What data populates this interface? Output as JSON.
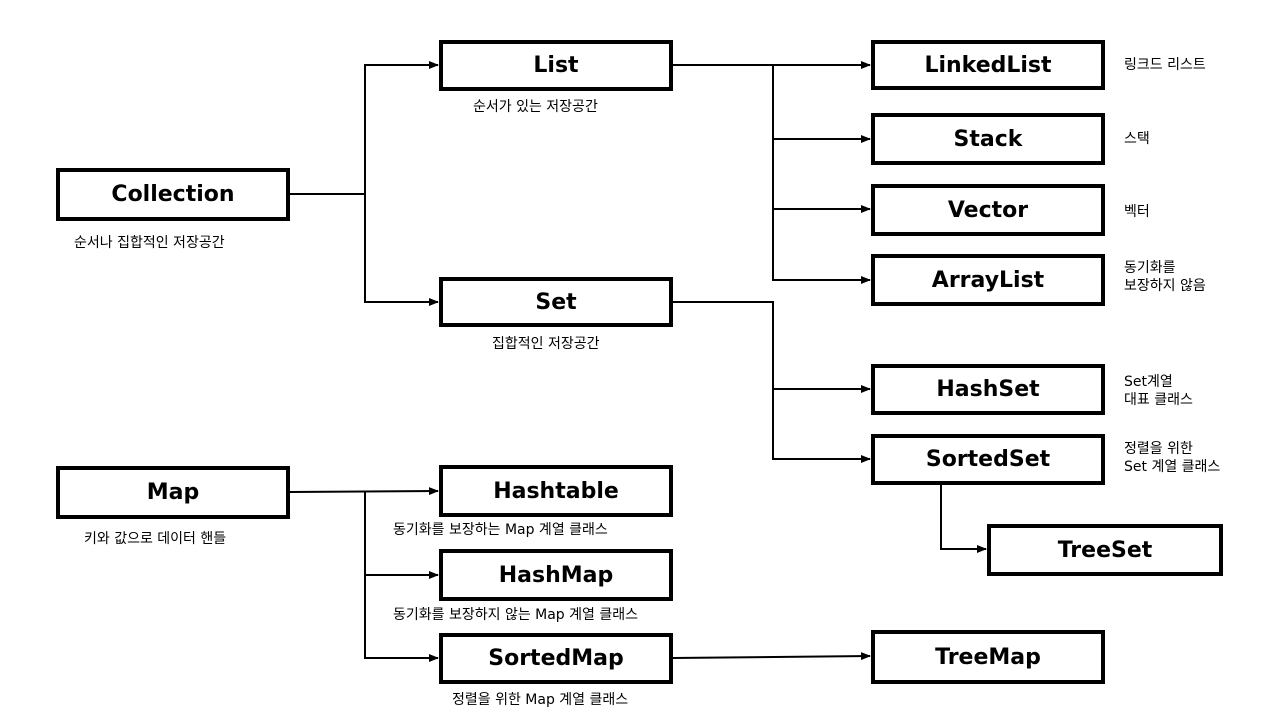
{
  "collection": {
    "label": "Collection",
    "caption": "순서나 집합적인 저장공간"
  },
  "list": {
    "label": "List",
    "caption": "순서가 있는 저장공간"
  },
  "set": {
    "label": "Set",
    "caption": "집합적인 저장공간"
  },
  "linkedlist": {
    "label": "LinkedList",
    "note": "링크드 리스트"
  },
  "stack": {
    "label": "Stack",
    "note": "스택"
  },
  "vector": {
    "label": "Vector",
    "note": "벡터"
  },
  "arraylist": {
    "label": "ArrayList",
    "note_lines": [
      "동기화를",
      "보장하지 않음"
    ]
  },
  "hashset": {
    "label": "HashSet",
    "note_lines": [
      "Set계열",
      "대표 클래스"
    ]
  },
  "sortedset": {
    "label": "SortedSet",
    "note_lines": [
      "정렬을 위한",
      "Set 계열 클래스"
    ]
  },
  "treeset": {
    "label": "TreeSet"
  },
  "map": {
    "label": "Map",
    "caption": "키와 값으로 데이터 핸들"
  },
  "hashtable": {
    "label": "Hashtable",
    "caption": "동기화를 보장하는 Map 계열 클래스"
  },
  "hashmap": {
    "label": "HashMap",
    "caption": "동기화를 보장하지 않는 Map 계열 클래스"
  },
  "sortedmap": {
    "label": "SortedMap",
    "caption": "정렬을 위한 Map 계열 클래스"
  },
  "treemap": {
    "label": "TreeMap"
  },
  "colors": {
    "stroke": "#000000",
    "background": "#ffffff",
    "text": "#000000"
  }
}
